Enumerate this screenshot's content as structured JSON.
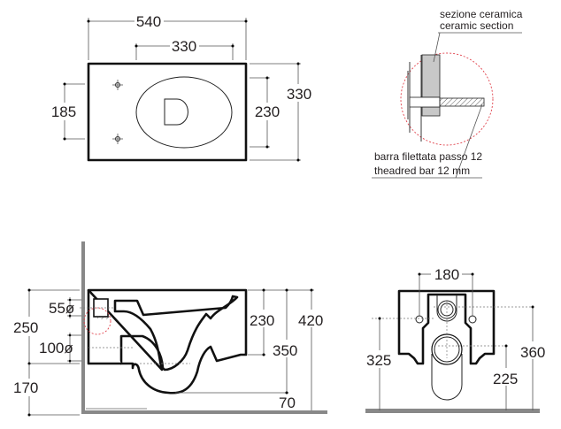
{
  "top_view": {
    "width_overall": "540",
    "width_bowl": "330",
    "depth_overall": "330",
    "depth_bowl": "230",
    "fixing_spacing": "185"
  },
  "detail": {
    "ceramic_section_it": "sezione ceramica",
    "ceramic_section_en": "ceramic section",
    "threaded_bar_it": "barra filettata passo 12",
    "threaded_bar_en": "theadred bar 12 mm"
  },
  "side_view": {
    "inlet_diameter": "55ø",
    "outlet_diameter": "100ø",
    "upper_height": "250",
    "lower_height": "170",
    "bowl_depth": "230",
    "trap_depth": "350",
    "total_height": "420",
    "bottom_offset": "70"
  },
  "front_view": {
    "fixing_spacing": "180",
    "fixing_height": "325",
    "inlet_height": "360",
    "outlet_height": "225"
  },
  "colors": {
    "outline": "#111111",
    "dimension": "#555555",
    "detail_circle": "#e0404a",
    "floor": "#888888"
  }
}
